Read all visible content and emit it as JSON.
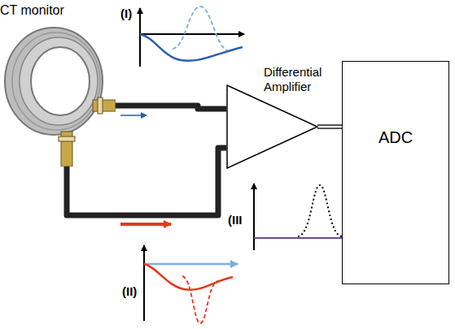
{
  "diagram": {
    "nodes": [
      {
        "text": [
          "CT monitor"
        ]
      },
      {
        "text": [
          "Differential Amplifier"
        ]
      },
      {
        "text": [
          "ADC"
        ]
      }
    ],
    "edges": [
      {
        "from": 0,
        "to": 1,
        "arrow": "none"
      },
      {
        "from": 0,
        "to": 1,
        "arrow": "none"
      },
      {
        "from": 1,
        "to": 2,
        "arrow": "none"
      }
    ],
    "labels": [
      "(I)",
      "(II)",
      "(III"
    ]
  }
}
